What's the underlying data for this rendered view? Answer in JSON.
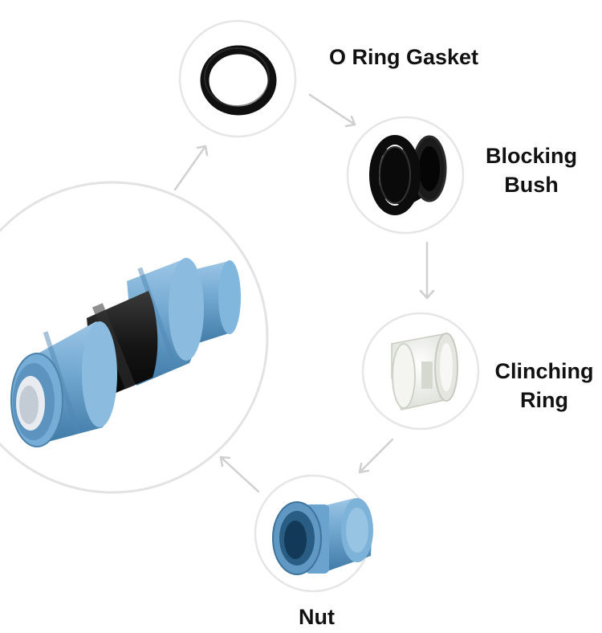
{
  "components": [
    {
      "id": "o-ring-gasket",
      "label_lines": [
        "O Ring Gasket"
      ]
    },
    {
      "id": "blocking-bush",
      "label_lines": [
        "Blocking",
        "Bush"
      ]
    },
    {
      "id": "clinching-ring",
      "label_lines": [
        "Clinching",
        "Ring"
      ]
    },
    {
      "id": "nut",
      "label_lines": [
        "Nut"
      ]
    }
  ],
  "colors": {
    "circle_stroke": "#e3e3e3",
    "arrow": "#d0d0d0",
    "fitting_blue": "#6fa6cf",
    "rubber_black": "#121212",
    "ring_white": "#eef0ea",
    "text": "#111111"
  }
}
